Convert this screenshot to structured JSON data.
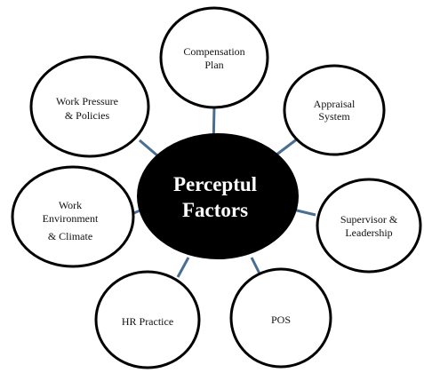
{
  "center": {
    "line1": "Perceptul",
    "line2": "Factors"
  },
  "nodes": [
    {
      "line1": "Compensation",
      "line2": "Plan"
    },
    {
      "line1": "Appraisal",
      "line2": "System"
    },
    {
      "line1": "Supervisor &",
      "line2": "Leadership"
    },
    {
      "line1": "POS",
      "line2": ""
    },
    {
      "line1": "HR Practice",
      "line2": ""
    },
    {
      "line1": "Work",
      "line2": "Environment",
      "line3": "& Climate"
    },
    {
      "line1": "Work Pressure",
      "line2": "& Policies"
    }
  ],
  "colors": {
    "connector": "#4a6d92",
    "center_fill": "#000000",
    "node_fill": "#ffffff",
    "node_stroke": "#000000"
  }
}
